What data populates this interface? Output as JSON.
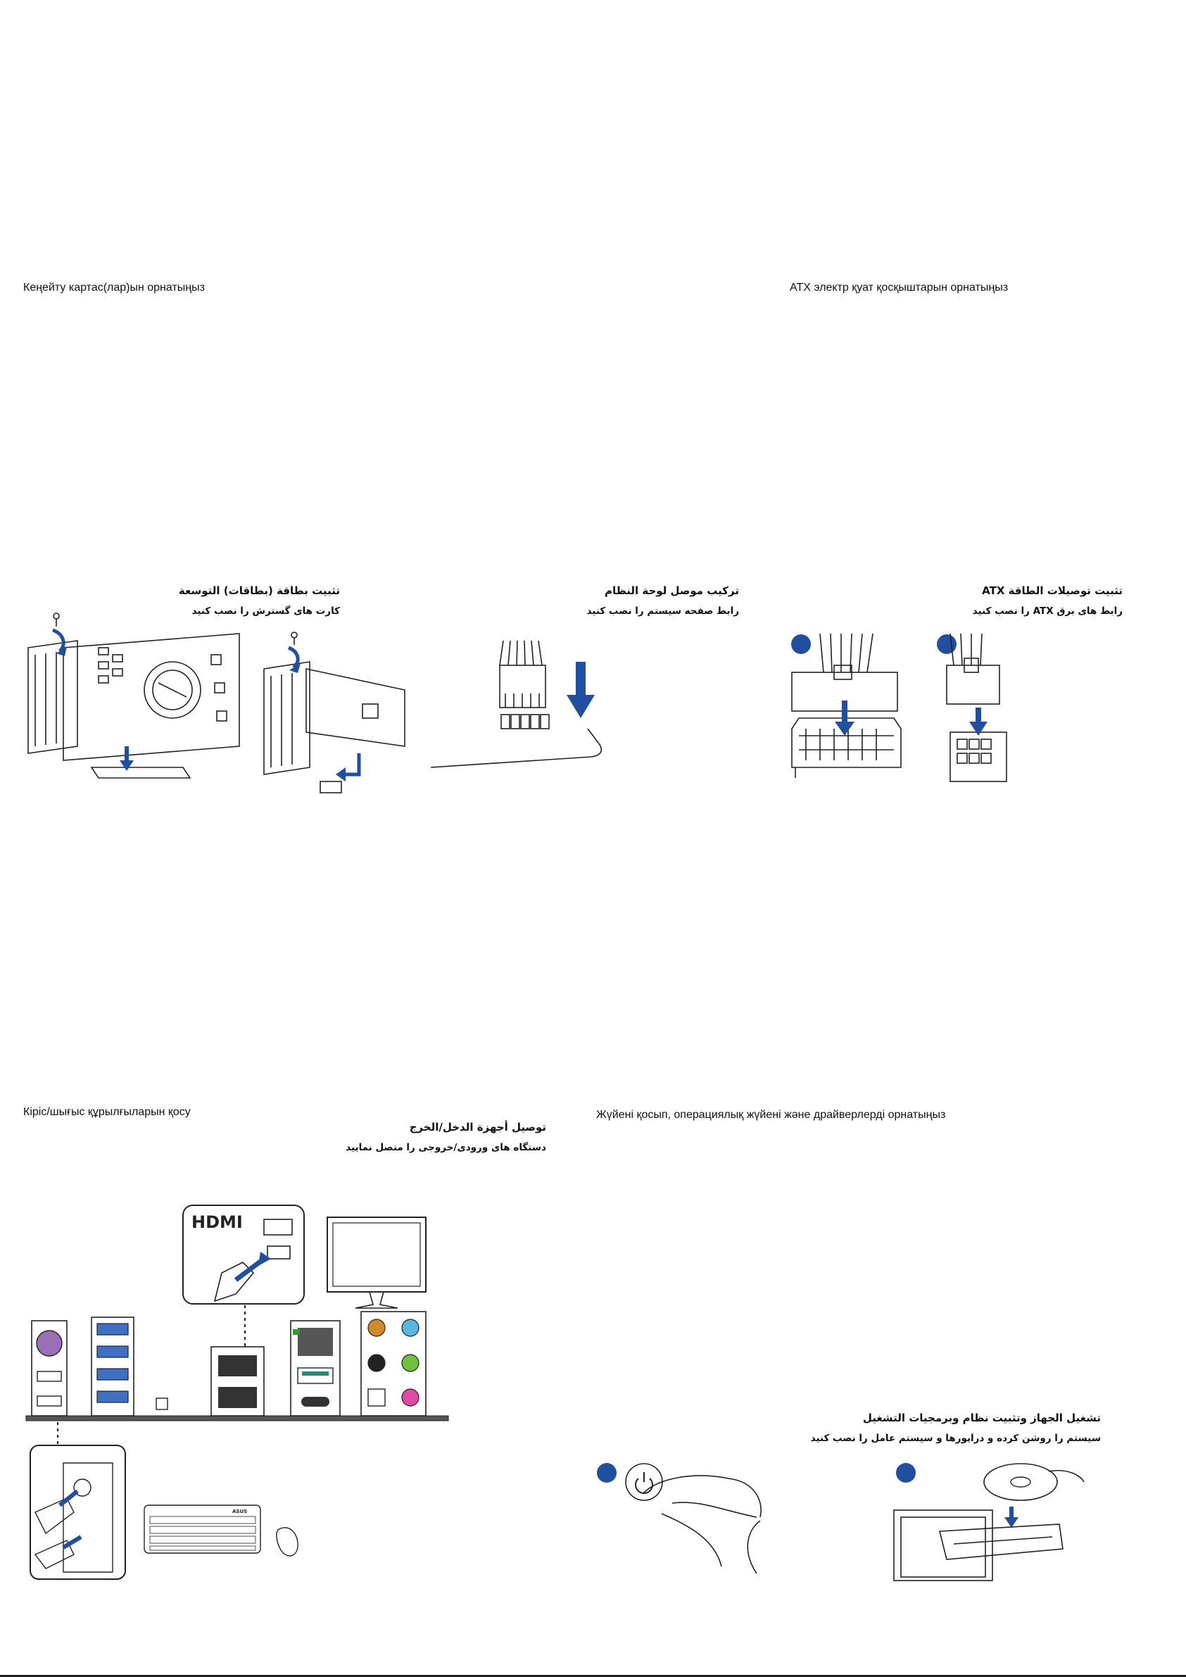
{
  "sections": {
    "expansion": {
      "title": "Кеңейту картас(лар)ын орнатыңыз",
      "ar": "تثبيت بطاقة (بطاقات) التوسعة",
      "fa": "کارت های گسترش را نصب کنید"
    },
    "panel": {
      "ar": "تركيب موصل لوحة النظام",
      "fa": "رابط صفحه سیستم را نصب کنید"
    },
    "atx": {
      "title": "ATX электр қуат қосқыштарын орнатыңыз",
      "ar": "تثبيت توصيلات الطاقة ATX",
      "fa": "رابط های برق ATX را نصب کنید"
    },
    "io": {
      "title": "Кіріс/шығыс құрылғыларын қосу",
      "ar": "توصيل أجهزة الدخل/الخرج",
      "fa": "دستگاه های ورودی/خروجی را متصل نمایید"
    },
    "power": {
      "title": "Жүйені қосып, операциялық жүйені және драйверлерді орнатыңыз",
      "ar": "تشغيل الجهاز وتثبيت نظام وبرمجيات التشغيل",
      "fa": "سیستم را روشن کرده و درایورها و سیستم عامل را نصب کنید"
    }
  },
  "logos": {
    "hdmi": "HDMI",
    "asus": "ASUS"
  },
  "colors": {
    "accent_blue": "#1f4f9e",
    "line": "#222222"
  }
}
